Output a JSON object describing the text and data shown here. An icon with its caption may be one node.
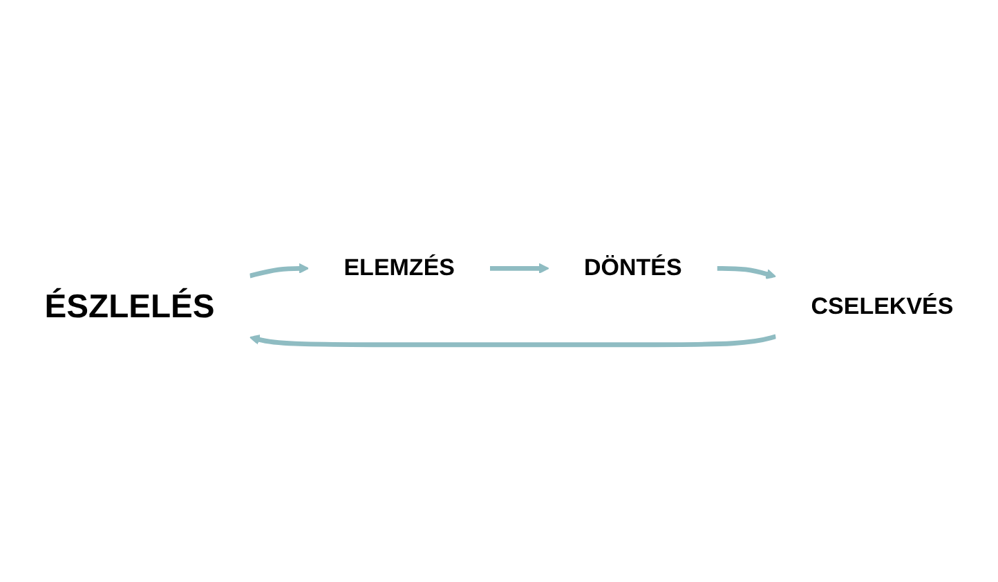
{
  "diagram": {
    "nodes": [
      {
        "text": [
          "ÉSZLELÉS"
        ]
      },
      {
        "text": [
          "ELEMZÉS"
        ]
      },
      {
        "text": [
          "DÖNTÉS"
        ]
      },
      {
        "text": [
          "CSELEKVÉS"
        ]
      }
    ],
    "edges": [
      {
        "from": 3,
        "to": 0,
        "arrow": "to"
      },
      {
        "from": 0,
        "to": 1,
        "arrow": "to"
      },
      {
        "from": 1,
        "to": 2,
        "arrow": "to"
      },
      {
        "from": 2,
        "to": 3,
        "arrow": "to"
      }
    ]
  }
}
